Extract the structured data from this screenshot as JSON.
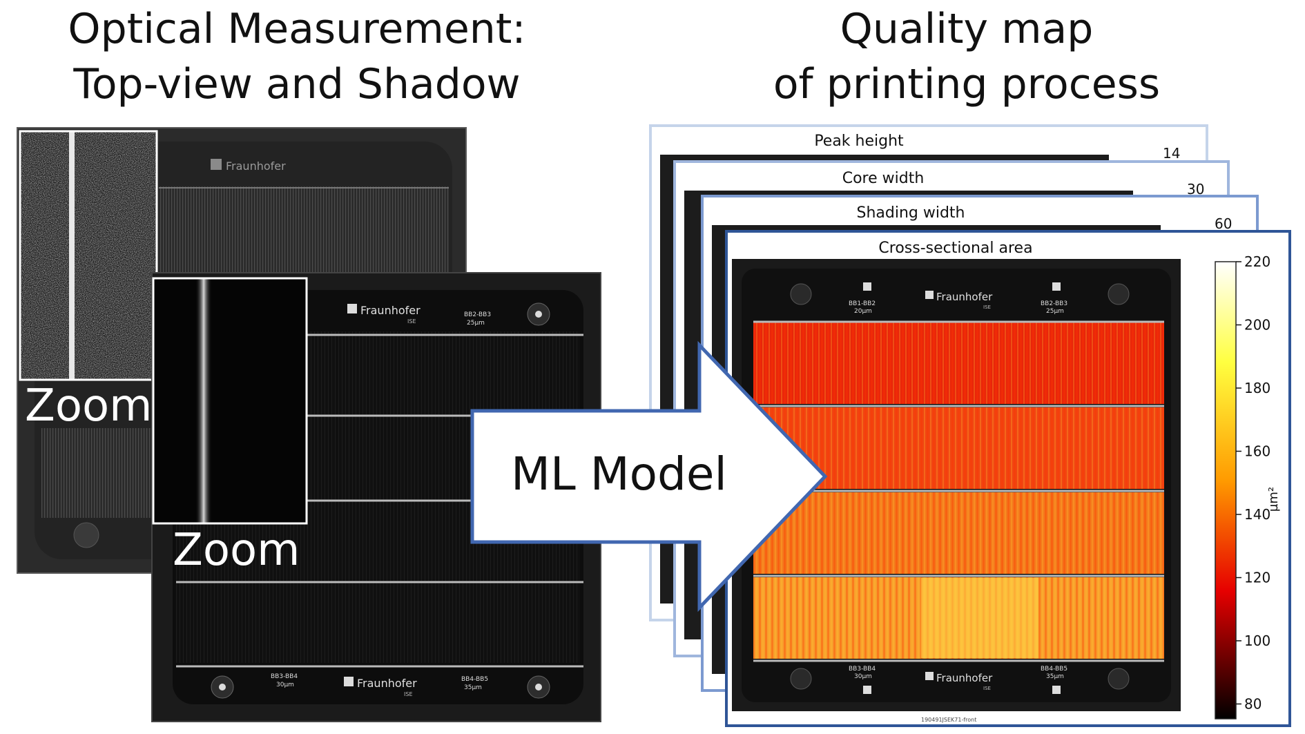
{
  "left_title": {
    "line1": "Optical Measurement:",
    "line2": "Top-view and Shadow"
  },
  "right_title": {
    "line1": "Quality map",
    "line2": "of printing process"
  },
  "zoom_labels": [
    "Zoom",
    "Zoom"
  ],
  "wafer_text": {
    "brand": "Fraunhofer",
    "brand_sub": "ISE",
    "top_left_code": "BB1-BB2",
    "top_left_size": "20µm",
    "top_right_code": "BB2-BB3",
    "top_right_size": "25µm",
    "bottom_left_code": "BB3-BB4",
    "bottom_left_size": "30µm",
    "bottom_right_code": "BB4-BB5",
    "bottom_right_size": "35µm",
    "file_label": "190491JSEK71-front"
  },
  "ml_model_label": "ML Model",
  "maps": [
    {
      "title": "Peak height",
      "visible_tick": "14"
    },
    {
      "title": "Core width",
      "visible_tick": "30"
    },
    {
      "title": "Shading width",
      "visible_tick": "60"
    },
    {
      "title": "Cross-sectional area"
    }
  ],
  "colorbar": {
    "unit": "µm²",
    "ticks": [
      "220",
      "200",
      "180",
      "160",
      "140",
      "120",
      "100",
      "80"
    ],
    "colors": {
      "top": "#ffffff",
      "upper": "#ffff40",
      "mid": "#ff9a00",
      "lower": "#e60000",
      "bottom": "#000000"
    }
  },
  "colors": {
    "arrow_border": "#4167b0",
    "frame_1": "#c5d4ea",
    "frame_2": "#9fb6dd",
    "frame_3": "#7c9ad0",
    "frame_4": "#2f5597"
  }
}
